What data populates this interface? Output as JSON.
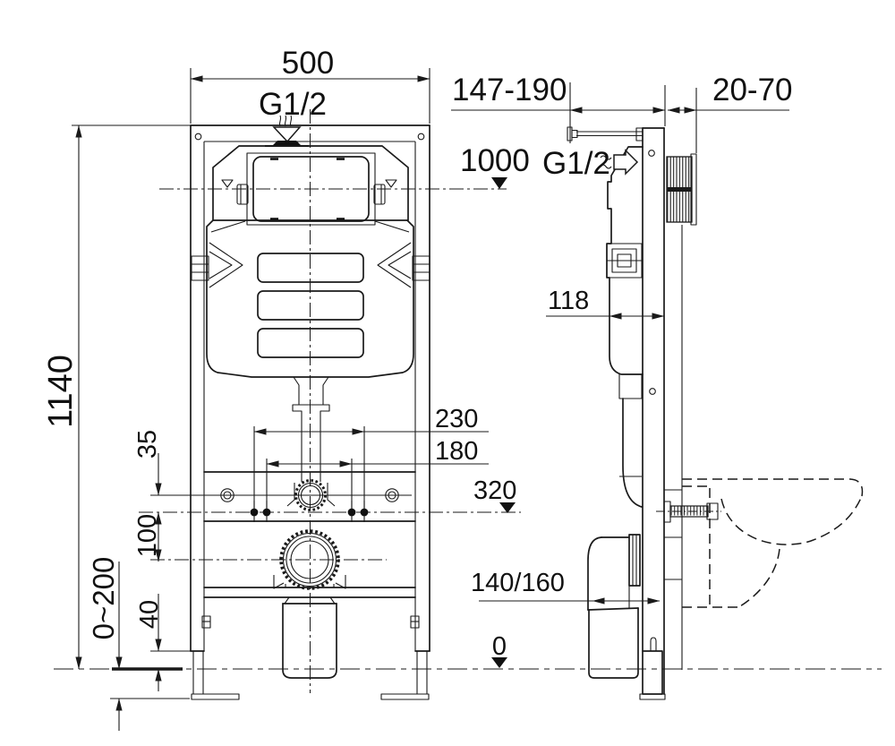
{
  "front": {
    "dim_width": "500",
    "inlet": "G1/2",
    "dim_height": "1140",
    "dim_bolts_outer": "230",
    "dim_bolts_inner": "180",
    "dim_fix_offset": "35",
    "dim_drain_offset": "100",
    "dim_leg": "40",
    "dim_floor_adjust": "0~200"
  },
  "side": {
    "dim_front_range": "147-190",
    "dim_wall_finish": "20-70",
    "level_top": "1000",
    "inlet": "G1/2",
    "dim_depth": "118",
    "level_bolts": "320",
    "dim_drain_out": "140/160",
    "level_floor": "0"
  },
  "colors": {
    "line": "#1a1a1a",
    "background": "#ffffff"
  }
}
